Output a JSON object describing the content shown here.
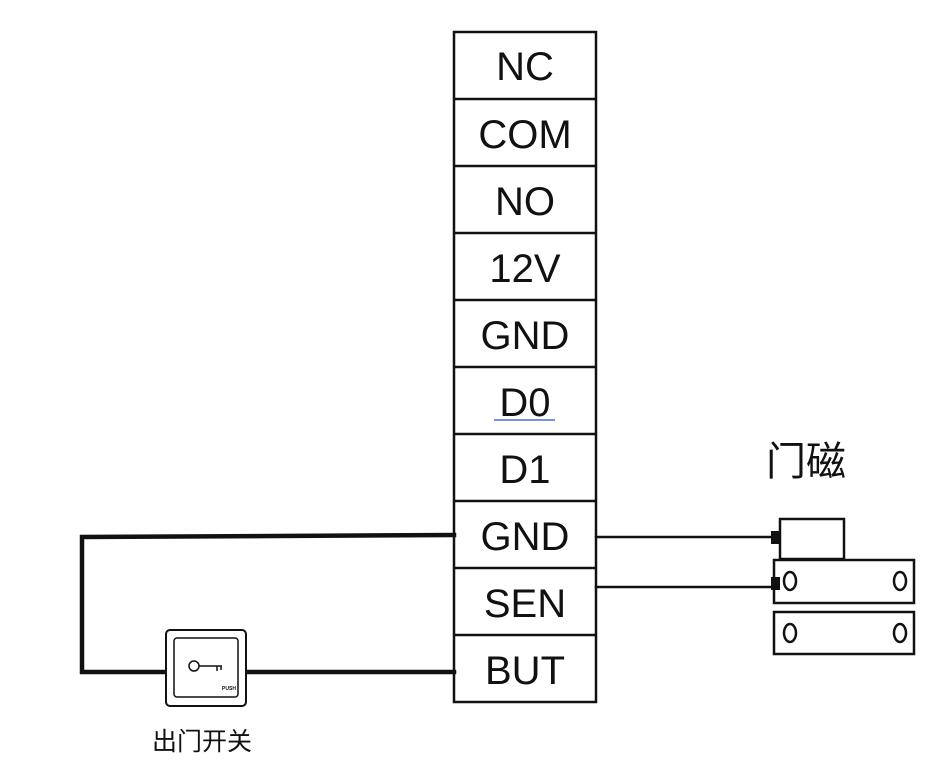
{
  "terminal_block": {
    "pins": [
      "NC",
      "COM",
      "NO",
      "12V",
      "GND",
      "D0",
      "D1",
      "GND",
      "SEN",
      "BUT"
    ]
  },
  "door_sensor": {
    "label": "门磁"
  },
  "exit_button": {
    "label": "出门开关",
    "badge": "PUSH"
  },
  "colors": {
    "line": "#111111",
    "d0_underline": "#4a6fd6"
  }
}
